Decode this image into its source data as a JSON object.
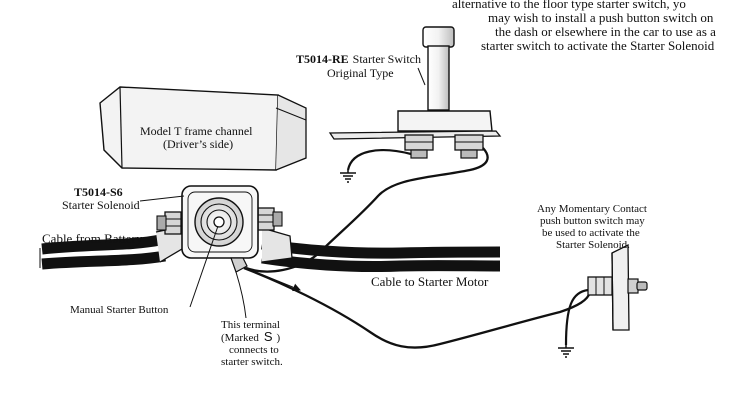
{
  "top_note": {
    "line1": "alternative to the floor type starter switch, yo",
    "line2": "may wish to install a push button switch on",
    "line3": "the dash or elsewhere in the car to use as a",
    "line4": "starter switch to activate the Starter Solenoid"
  },
  "starter_switch": {
    "part_number": "T5014-RE",
    "name": "Starter Switch",
    "subtitle": "Original Type"
  },
  "frame_channel": {
    "line1": "Model T frame channel",
    "line2": "(Driver’s side)"
  },
  "solenoid": {
    "part_number": "T5014-S6",
    "name": "Starter Solenoid"
  },
  "cable_battery": "Cable from Battery",
  "cable_motor": "Cable to Starter Motor",
  "manual_button": "Manual Starter Button",
  "terminal_note": {
    "line1": "This terminal",
    "line2_prefix": "(Marked",
    "line2_letter": "S",
    "line2_suffix": ")",
    "line3": "connects to",
    "line4": "starter switch."
  },
  "momentary_note": {
    "line1": "Any Momentary Contact",
    "line2": "push button switch may",
    "line3": "be used to activate the",
    "line4": "Starter Solenoid."
  }
}
